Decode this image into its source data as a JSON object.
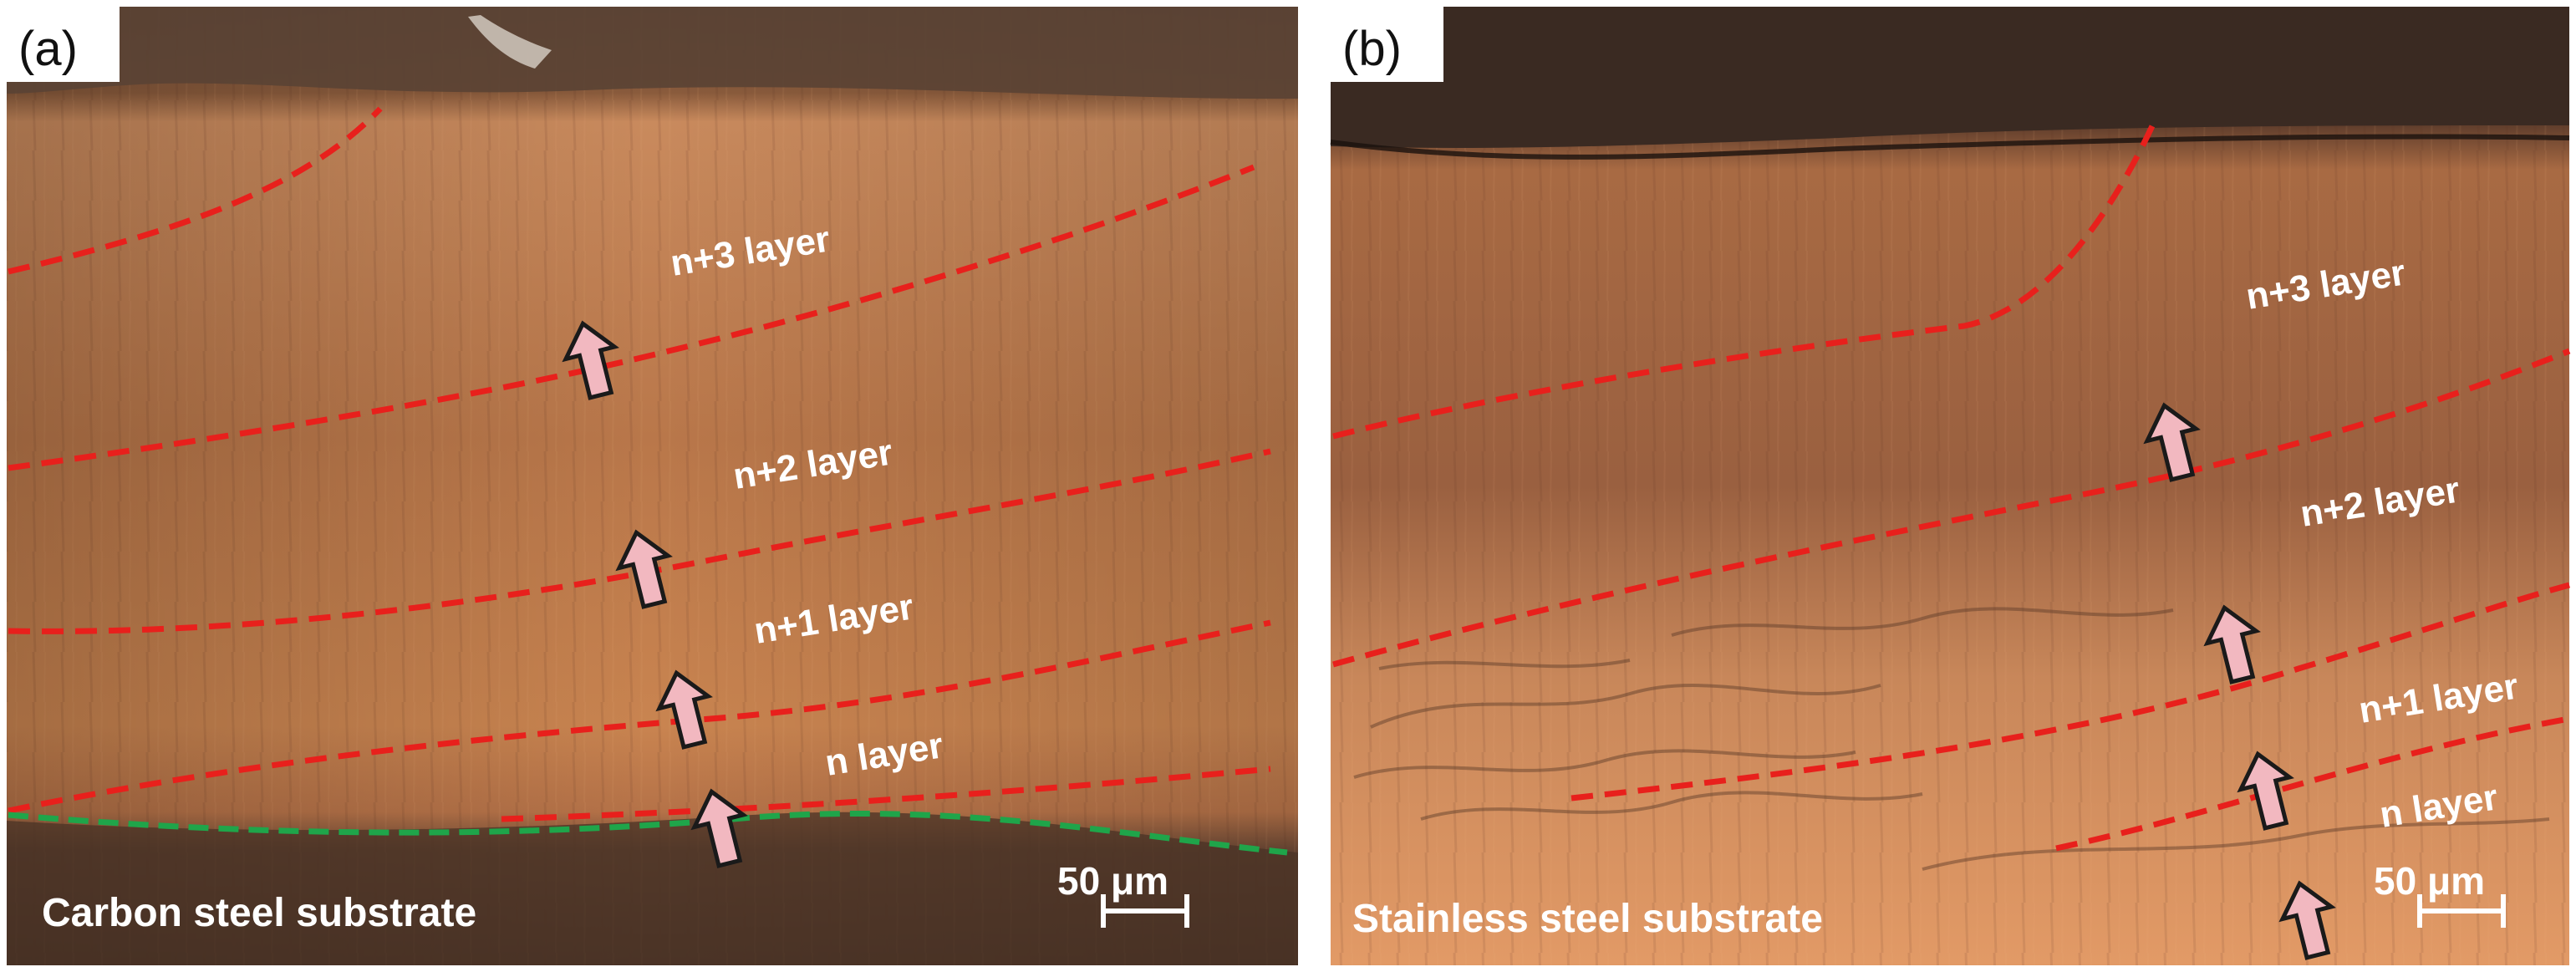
{
  "panels": [
    {
      "id": "a",
      "letter": "(a)",
      "layers": [
        "n+3 layer",
        "n+2 layer",
        "n+1 layer",
        "n layer"
      ],
      "substrate": "Carbon steel substrate",
      "scale": "50 μm"
    },
    {
      "id": "b",
      "letter": "(b)",
      "layers": [
        "n+3 layer",
        "n+2 layer",
        "n+1 layer",
        "n layer"
      ],
      "substrate": "Stainless steel substrate",
      "scale": "50 μm"
    }
  ],
  "colors": {
    "boundary": "#e8201c",
    "interface": "#1fa54a",
    "arrow_fill": "#f2b8c0",
    "arrow_stroke": "#1a1a1a",
    "copper_light": "#d9925e",
    "copper_mid": "#b8703f",
    "copper_dark": "#7a4528",
    "background_dark": "#3b2a22"
  }
}
